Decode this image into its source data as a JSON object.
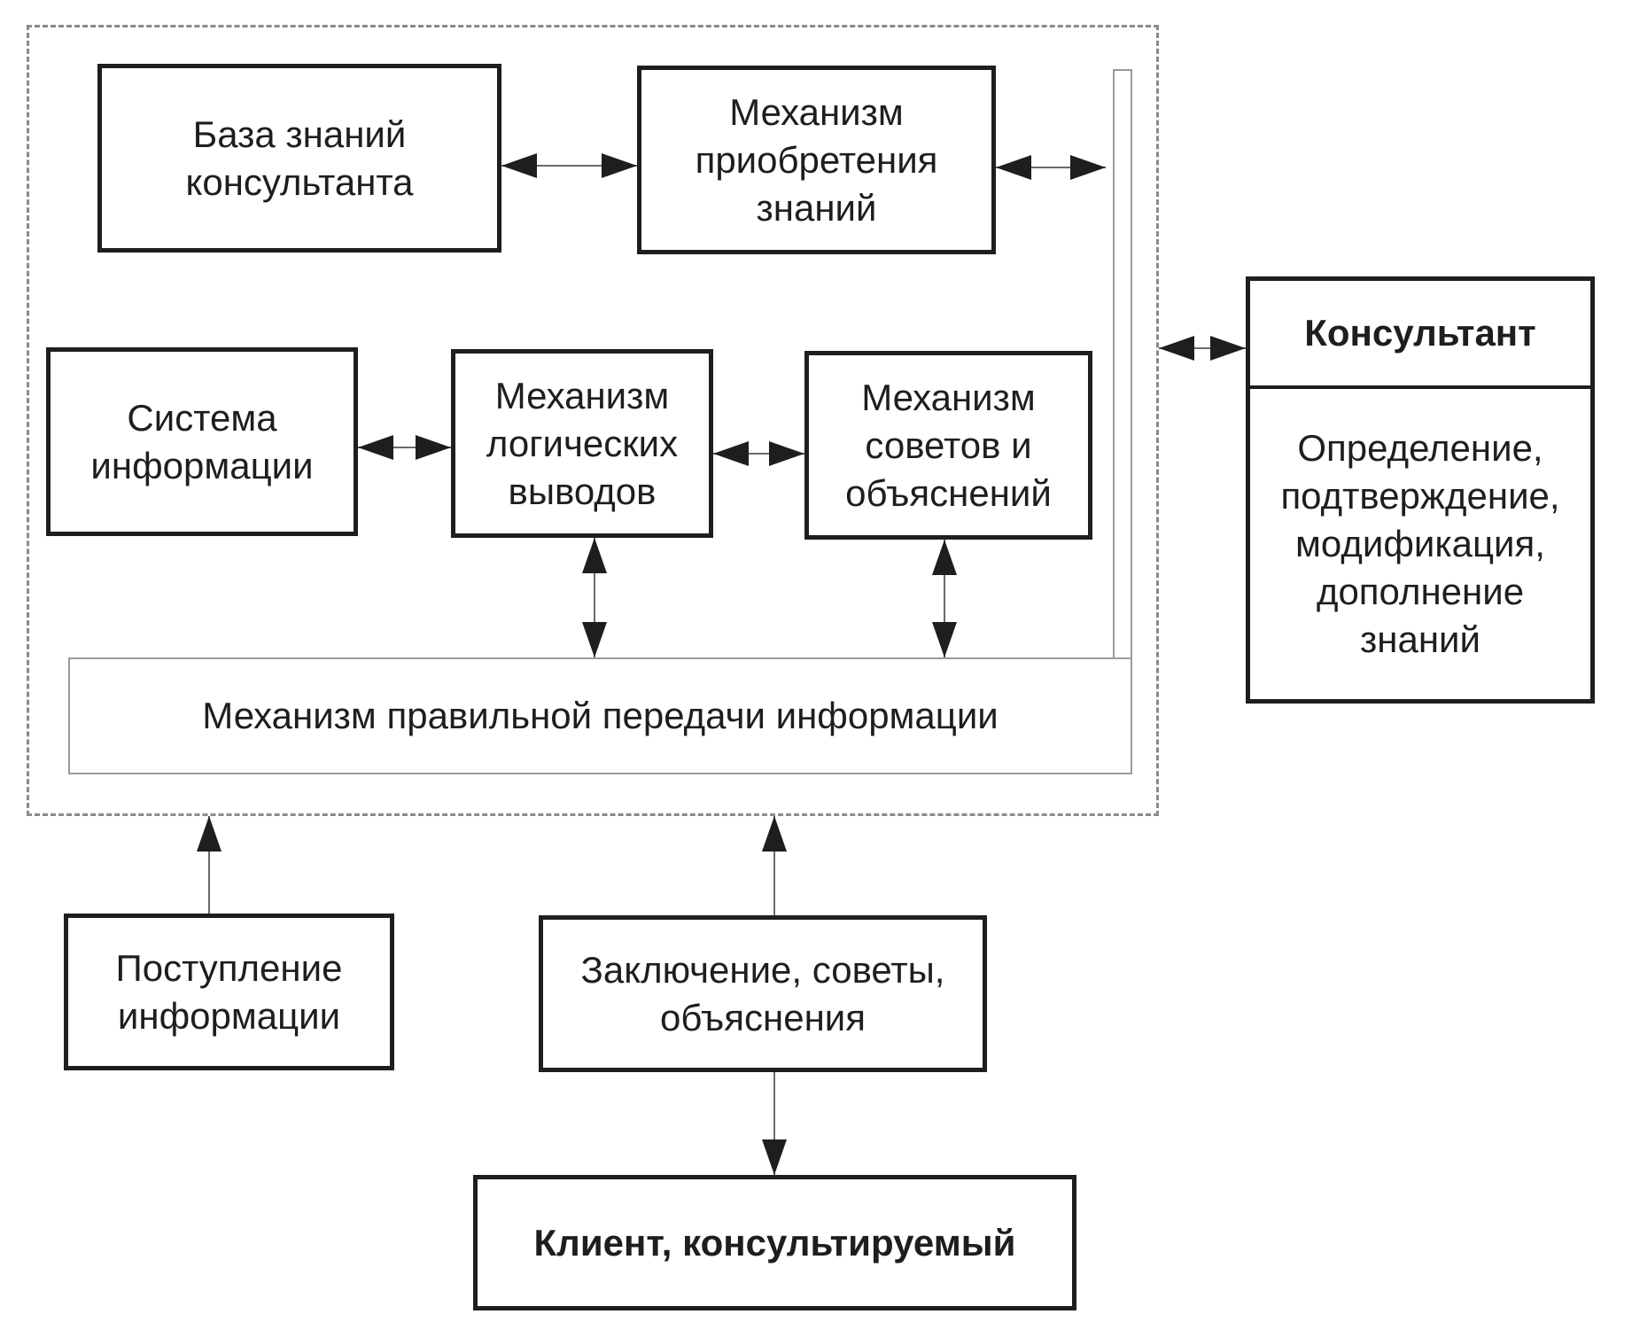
{
  "diagram": {
    "knowledge_base": "База знаний\nконсультанта",
    "acquisition": "Механизм\nприобретения\nзнаний",
    "info_system": "Система\nинформации",
    "inference": "Механизм\nлогических\nвыводов",
    "advice": "Механизм\nсоветов и\nобъяснений",
    "transfer": "Механизм правильной передачи информации",
    "consultant_title": "Консультант",
    "consultant_body": "Определение,\nподтверждение,\nмодификация,\nдополнение\nзнаний",
    "input": "Поступление\nинформации",
    "output": "Заключение, советы,\nобъяснения",
    "client": "Клиент, консультируемый"
  }
}
